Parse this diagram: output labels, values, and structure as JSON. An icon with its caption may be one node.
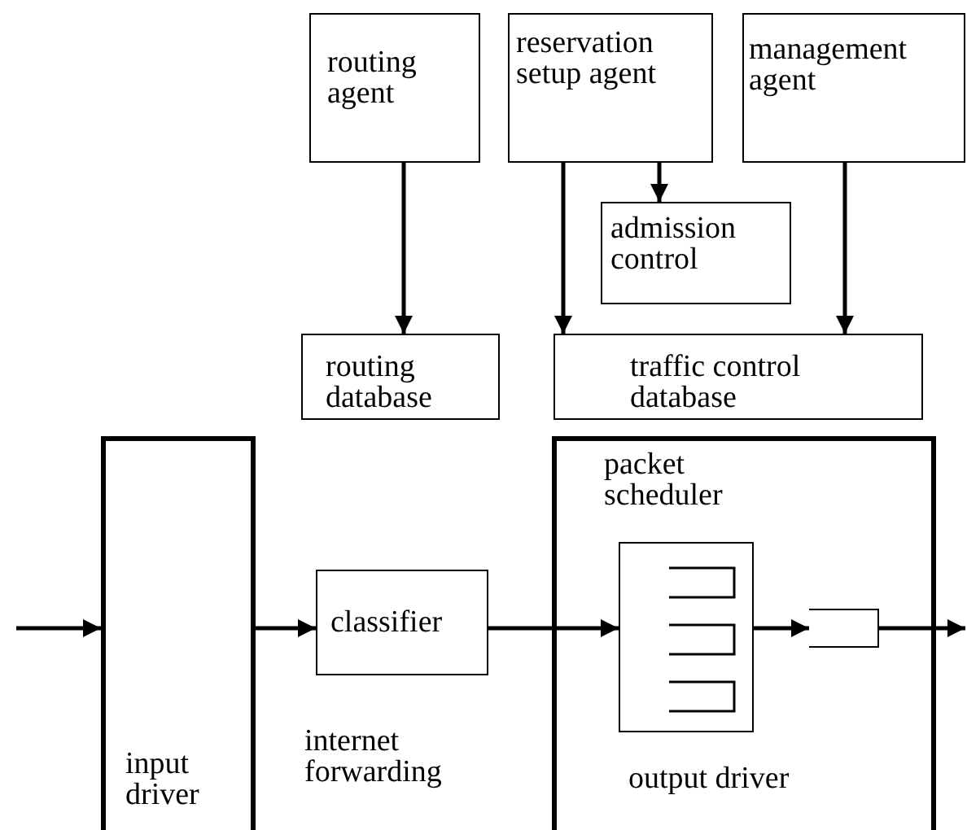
{
  "diagram": {
    "nodes": [
      {
        "text": [
          "routing agent"
        ]
      },
      {
        "text": [
          "reservation setup agent"
        ]
      },
      {
        "text": [
          "management agent"
        ]
      },
      {
        "text": [
          "admission control"
        ]
      },
      {
        "text": [
          "routing database"
        ]
      },
      {
        "text": [
          "traffic control database"
        ]
      },
      {
        "text": [
          "input driver"
        ]
      },
      {
        "text": [
          "classifier"
        ]
      },
      {
        "text": [
          "output driver"
        ]
      },
      {
        "text": [
          "packet scheduler"
        ],
        "in": 8
      },
      {
        "text": [],
        "shape": "box",
        "in": 8
      }
    ],
    "edges": [
      {
        "from": 0,
        "to": 4,
        "arrow": "to"
      },
      {
        "from": 1,
        "to": 3,
        "arrow": "to"
      },
      {
        "from": 1,
        "to": 5,
        "arrow": "to"
      },
      {
        "from": 2,
        "to": 5,
        "arrow": "to"
      },
      {
        "from": null,
        "to": 6,
        "arrow": "to"
      },
      {
        "from": 6,
        "to": 7,
        "arrow": "to"
      },
      {
        "from": 7,
        "to": 9,
        "arrow": "to"
      },
      {
        "from": 9,
        "to": 10,
        "arrow": "to"
      },
      {
        "from": 10,
        "to": null,
        "arrow": "to"
      }
    ],
    "labels": [
      "internet forwarding"
    ]
  }
}
